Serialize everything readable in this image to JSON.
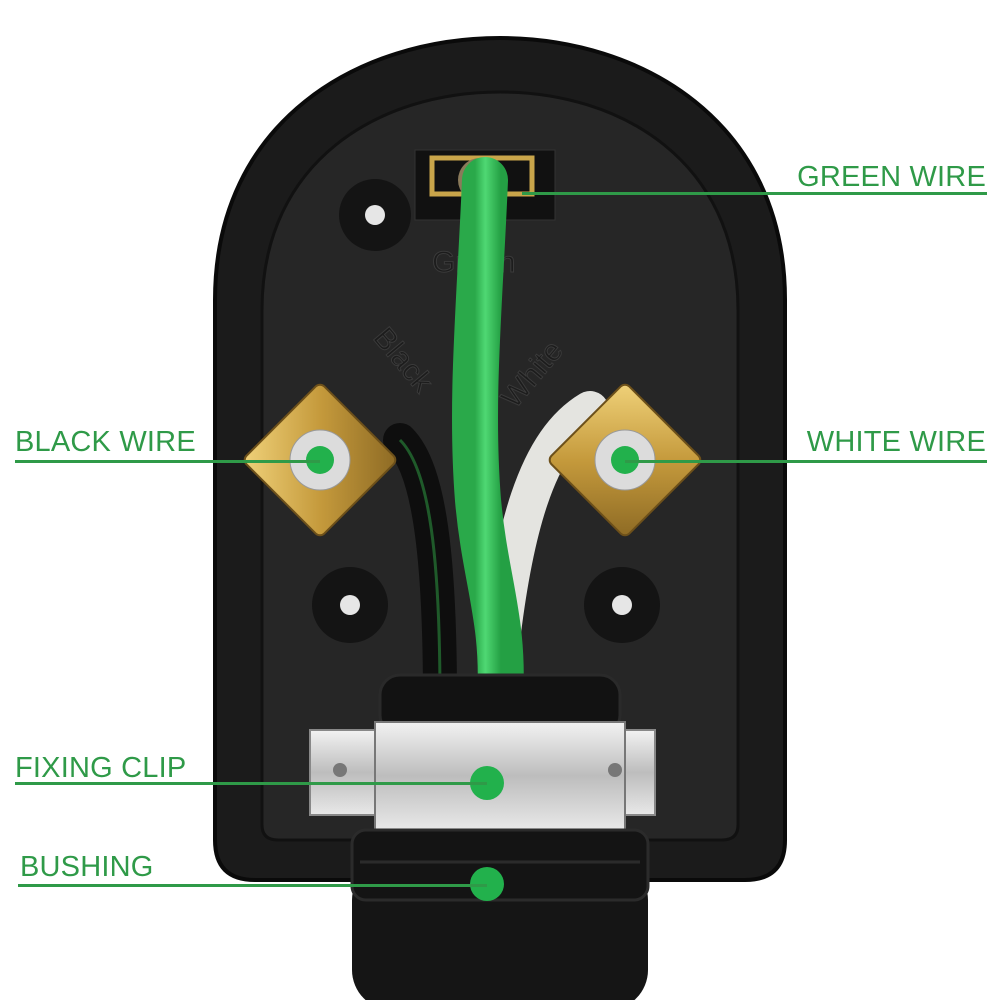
{
  "labels": {
    "green_wire": "GREEN WIRE",
    "black_wire": "BLACK WIRE",
    "white_wire": "WHITE WIRE",
    "fixing_clip": "FIXING CLIP",
    "bushing": "BUSHING"
  },
  "molded_text": {
    "green": "Green",
    "black": "Black",
    "white": "White"
  },
  "colors": {
    "label_green": "#2f9a48",
    "marker_dot": "#22b14c",
    "wire_green": "#3cc95e",
    "plug_body": "#1a1a1a",
    "brass": "#c9a54a"
  }
}
